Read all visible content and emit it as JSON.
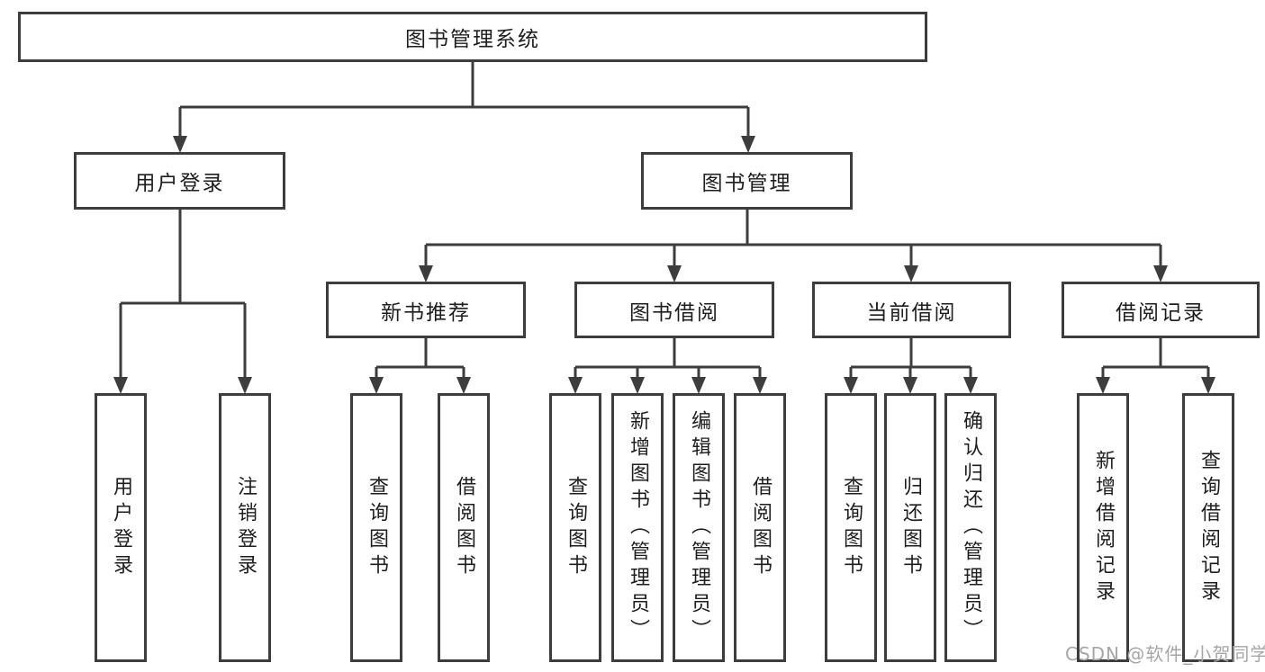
{
  "diagram_title": "图书管理系统",
  "tree": {
    "root": {
      "label": "图书管理系统",
      "children": [
        {
          "label": "用户登录",
          "children": [
            {
              "label": "用户登录"
            },
            {
              "label": "注销登录"
            }
          ]
        },
        {
          "label": "图书管理",
          "children": [
            {
              "label": "新书推荐",
              "children": [
                {
                  "label": "查询图书"
                },
                {
                  "label": "借阅图书"
                }
              ]
            },
            {
              "label": "图书借阅",
              "children": [
                {
                  "label": "查询图书"
                },
                {
                  "label": "新增图书（管理员）"
                },
                {
                  "label": "编辑图书（管理员）"
                },
                {
                  "label": "借阅图书"
                }
              ]
            },
            {
              "label": "当前借阅",
              "children": [
                {
                  "label": "查询图书"
                },
                {
                  "label": "归还图书"
                },
                {
                  "label": "确认归还（管理员）"
                }
              ]
            },
            {
              "label": "借阅记录",
              "children": [
                {
                  "label": "新增借阅记录"
                },
                {
                  "label": "查询借阅记录"
                }
              ]
            }
          ]
        }
      ]
    }
  },
  "watermark": {
    "text": "CSDN @软件_小贺同学"
  },
  "colors": {
    "line": "#3d3d3d",
    "box_border": "#3d3d3d",
    "text": "#1e1e1e",
    "watermark": "#a6a6a6",
    "background": "#ffffff"
  }
}
